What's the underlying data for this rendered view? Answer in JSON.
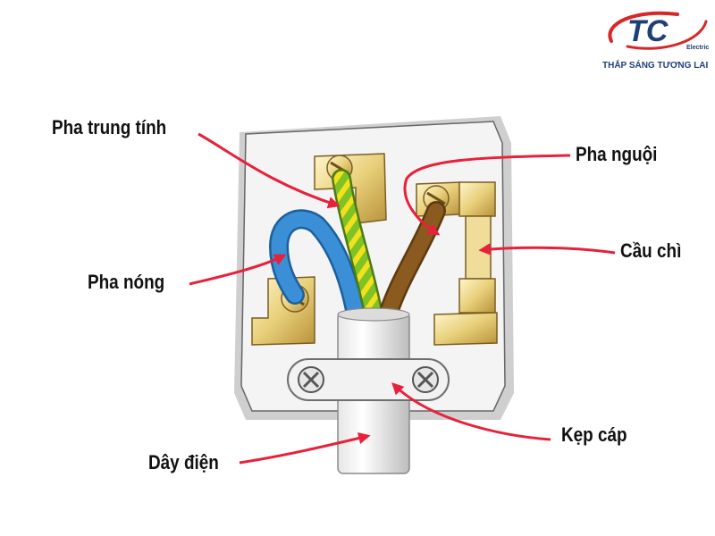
{
  "logo": {
    "mark": "TC",
    "subtitle": "Electric",
    "tagline": "THẮP SÁNG TƯƠNG LAI",
    "colors": {
      "mark": "#1f3f7a",
      "swoosh": "#d62828"
    }
  },
  "labels": {
    "neutral": "Pha trung tính",
    "cold": "Pha nguội",
    "live": "Pha nóng",
    "fuse": "Cầu chì",
    "clamp": "Kẹp cáp",
    "cable": "Dây điện"
  },
  "colors": {
    "arrow": "#e8213a",
    "wire_live": "#3a8fd6",
    "wire_neutral": "#7ec225",
    "wire_neutral_stripe": "#f2e11c",
    "wire_cold": "#8a5a1e",
    "terminal_brass": "#e8cf7a",
    "plug_body": "#f4f4f4"
  }
}
